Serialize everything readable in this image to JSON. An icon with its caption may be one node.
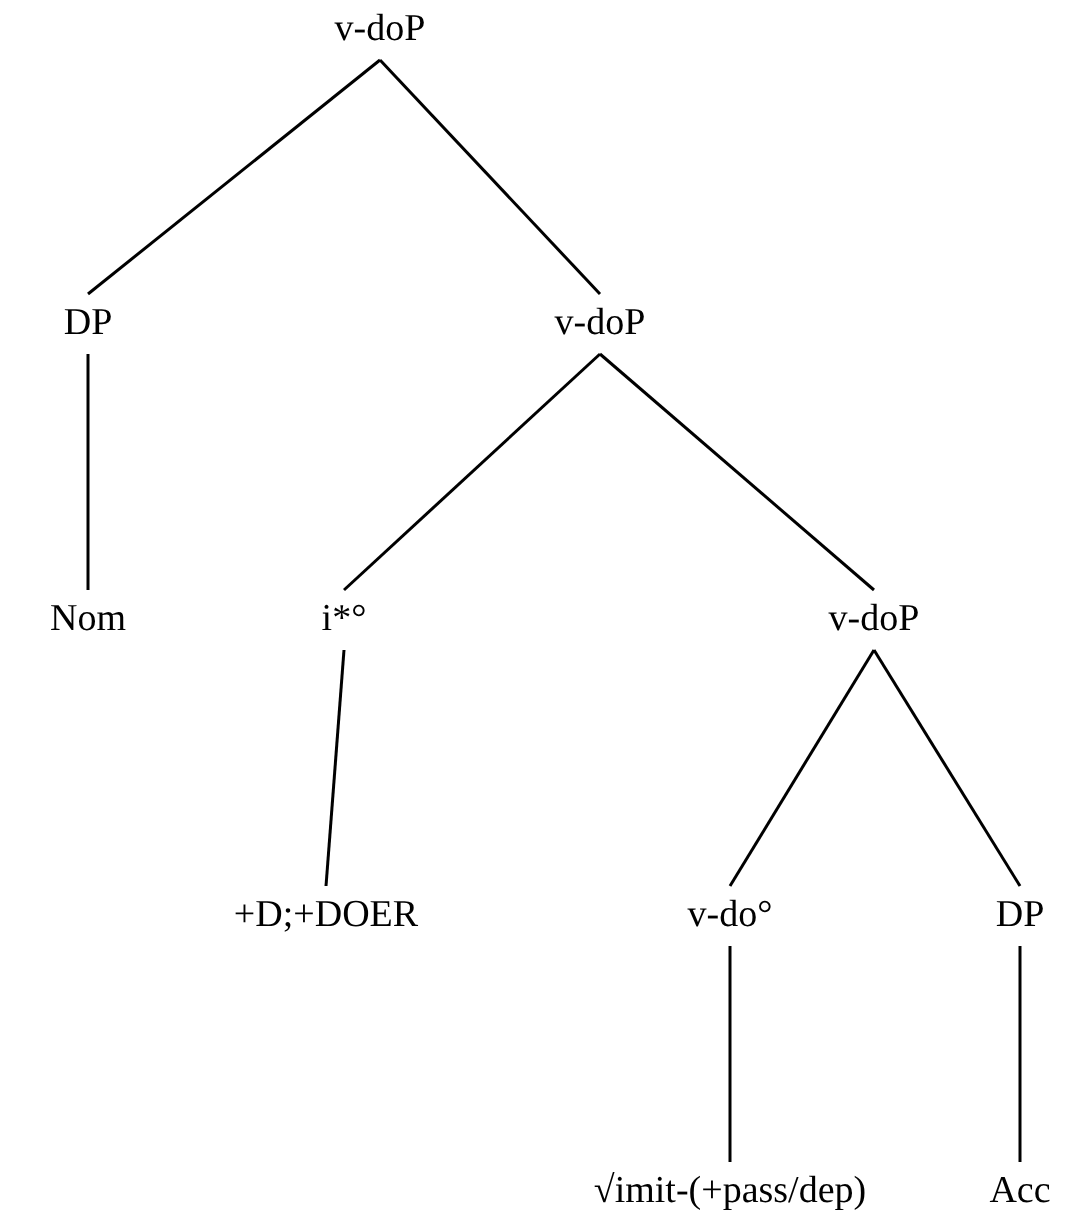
{
  "diagram": {
    "nodes": [
      {
        "text": [
          "v-doP"
        ]
      },
      {
        "text": [
          "DP"
        ]
      },
      {
        "text": [
          "v-doP"
        ]
      },
      {
        "text": [
          "Nom"
        ]
      },
      {
        "text": [
          "i*°"
        ]
      },
      {
        "text": [
          "v-doP"
        ]
      },
      {
        "text": [
          "+D;+DOER"
        ]
      },
      {
        "text": [
          "v-do°"
        ]
      },
      {
        "text": [
          "DP"
        ]
      },
      {
        "text": [
          "√imit-(+pass/dep)"
        ]
      },
      {
        "text": [
          "Acc"
        ]
      }
    ],
    "edges": [
      {
        "from": 0,
        "to": 1,
        "arrow": "none"
      },
      {
        "from": 0,
        "to": 2,
        "arrow": "none"
      },
      {
        "from": 1,
        "to": 3,
        "arrow": "none"
      },
      {
        "from": 2,
        "to": 4,
        "arrow": "none"
      },
      {
        "from": 2,
        "to": 5,
        "arrow": "none"
      },
      {
        "from": 4,
        "to": 6,
        "arrow": "none"
      },
      {
        "from": 5,
        "to": 7,
        "arrow": "none"
      },
      {
        "from": 5,
        "to": 8,
        "arrow": "none"
      },
      {
        "from": 7,
        "to": 9,
        "arrow": "none"
      },
      {
        "from": 8,
        "to": 10,
        "arrow": "none"
      }
    ]
  }
}
